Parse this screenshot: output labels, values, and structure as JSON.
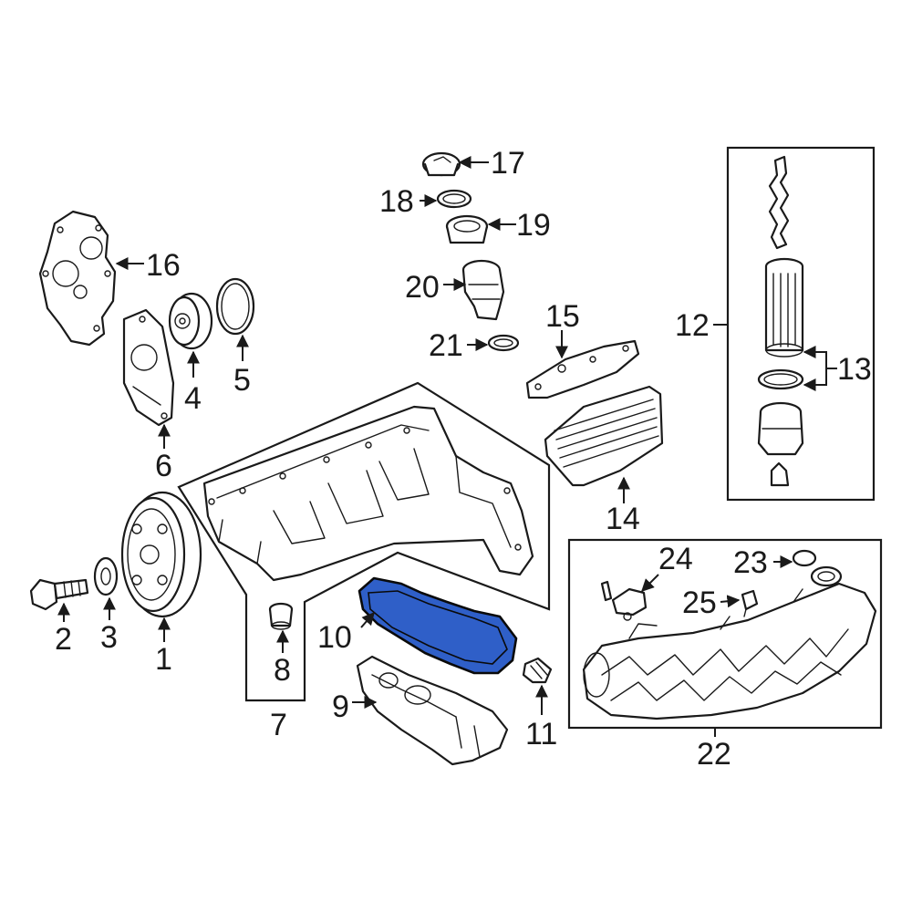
{
  "diagram": {
    "callouts": {
      "c1": "1",
      "c2": "2",
      "c3": "3",
      "c4": "4",
      "c5": "5",
      "c6": "6",
      "c7": "7",
      "c8": "8",
      "c9": "9",
      "c10": "10",
      "c11": "11",
      "c12": "12",
      "c13": "13",
      "c14": "14",
      "c15": "15",
      "c16": "16",
      "c17": "17",
      "c18": "18",
      "c19": "19",
      "c20": "20",
      "c21": "21",
      "c22": "22",
      "c23": "23",
      "c24": "24",
      "c25": "25"
    },
    "highlighted_part": "10",
    "highlight_color": "#2f5fc8",
    "line_color": "#1a1a1a"
  }
}
